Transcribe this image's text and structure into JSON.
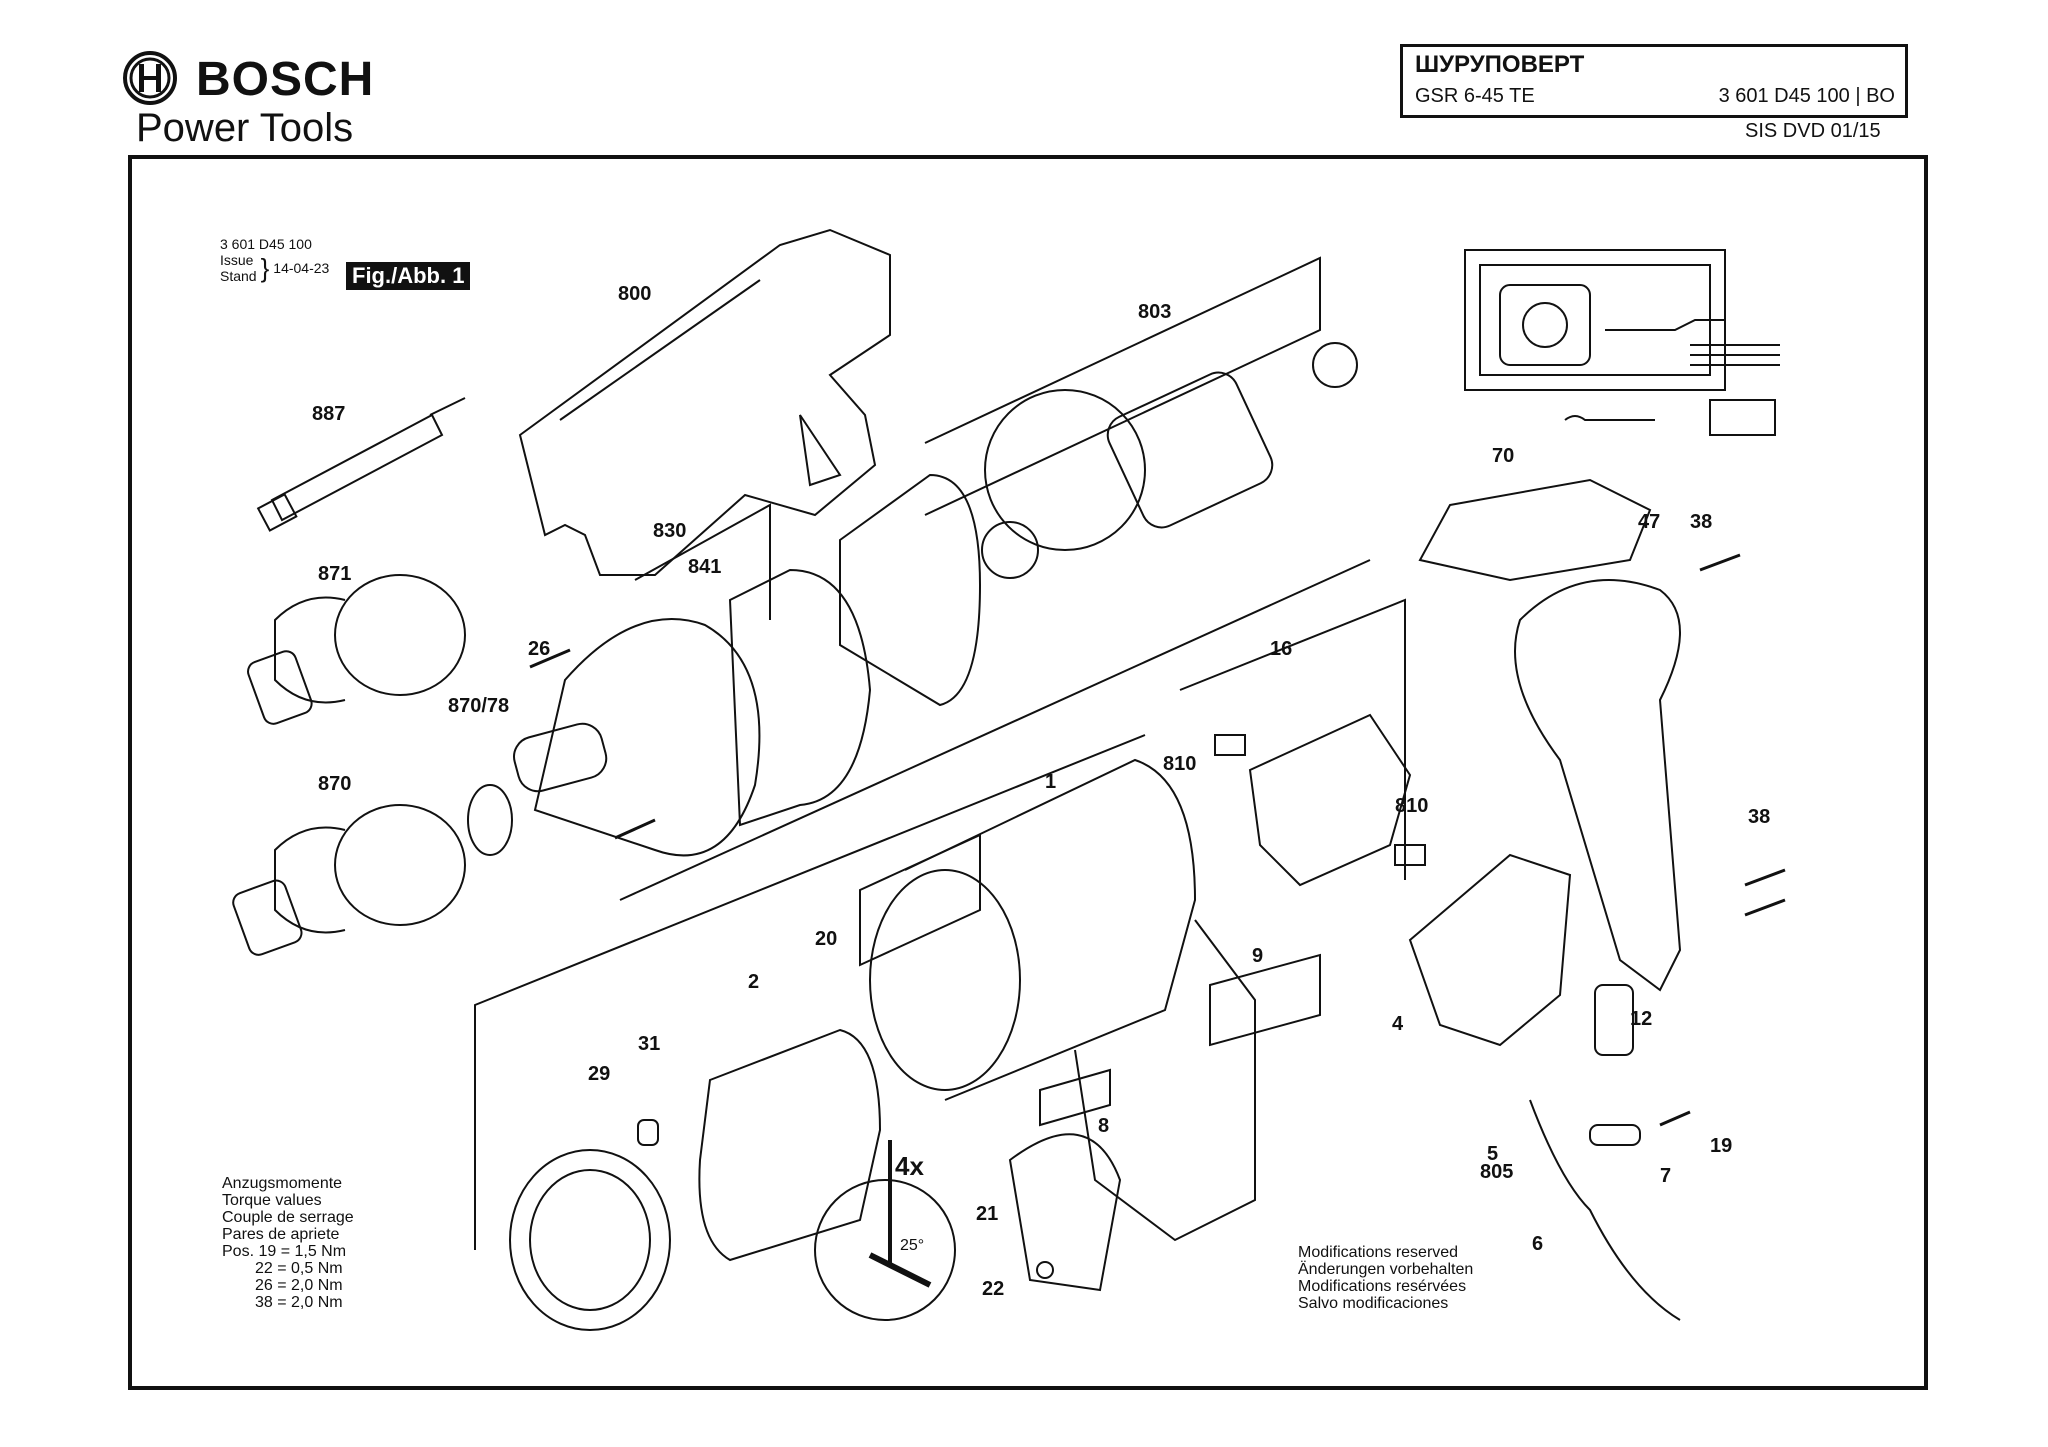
{
  "header": {
    "brand": "BOSCH",
    "division": "Power Tools",
    "product_type": "ШУРУПОВЕРТ",
    "model": "GSR 6-45 TE",
    "part_number": "3 601 D45 100 | BO",
    "sis": "SIS DVD 01/15"
  },
  "figure": {
    "part_number": "3 601 D45 100",
    "issue_label": "Issue",
    "stand_label": "Stand",
    "issue_date": "14-04-23",
    "fig_label": "Fig./Abb. 1"
  },
  "parts": [
    "800",
    "887",
    "803",
    "830",
    "841",
    "871",
    "26",
    "870/78",
    "870",
    "1",
    "20",
    "2",
    "31",
    "29",
    "9",
    "8",
    "21",
    "22",
    "70",
    "47",
    "38",
    "16",
    "810",
    "810",
    "38",
    "4",
    "12",
    "5",
    "805",
    "19",
    "7",
    "6"
  ],
  "torque": {
    "lines": [
      "Anzugsmomente",
      "Torque values",
      "Couple de serrage",
      "Pares de apriete"
    ],
    "values": [
      "Pos. 19 = 1,5 Nm",
      "22 = 0,5 Nm",
      "26 = 2,0 Nm",
      "38 = 2,0 Nm"
    ]
  },
  "modifications": [
    "Modifications reserved",
    "Änderungen vorbehalten",
    "Modifications resérvées",
    "Salvo modificaciones"
  ],
  "angle_detail": {
    "count": "4x",
    "angle": "25°"
  }
}
